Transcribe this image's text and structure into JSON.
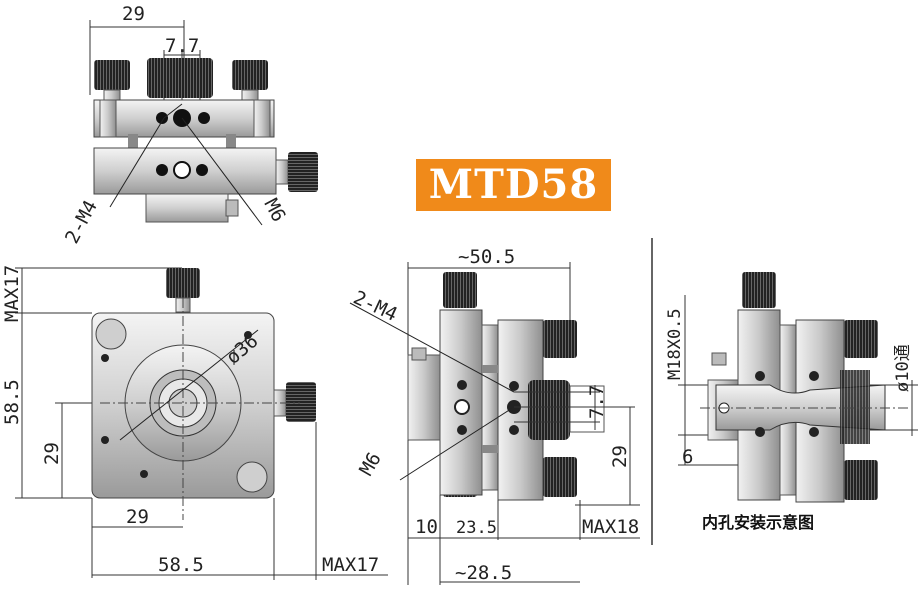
{
  "title": "MTD58",
  "caption": "内孔安装示意图",
  "top_view": {
    "width_label": "29",
    "spacing_label": "7.7",
    "thread_left": "2-M4",
    "thread_right": "M6"
  },
  "front_view": {
    "height_max": "MAX17",
    "height": "58.5",
    "center_height": "29",
    "bore": "ø36",
    "center_width": "29",
    "width": "58.5",
    "width_max": "MAX17"
  },
  "side_view": {
    "depth": "~50.5",
    "thread_a": "2-M4",
    "thread_b": "M6",
    "spacing": "7.7",
    "center_height": "29",
    "offset": "10",
    "plate_depth": "23.5",
    "max_depth": "MAX18",
    "base_depth": "~28.5"
  },
  "section_view": {
    "max_length": "M18X0.5",
    "through_bore": "ø10通",
    "thickness": "6"
  }
}
